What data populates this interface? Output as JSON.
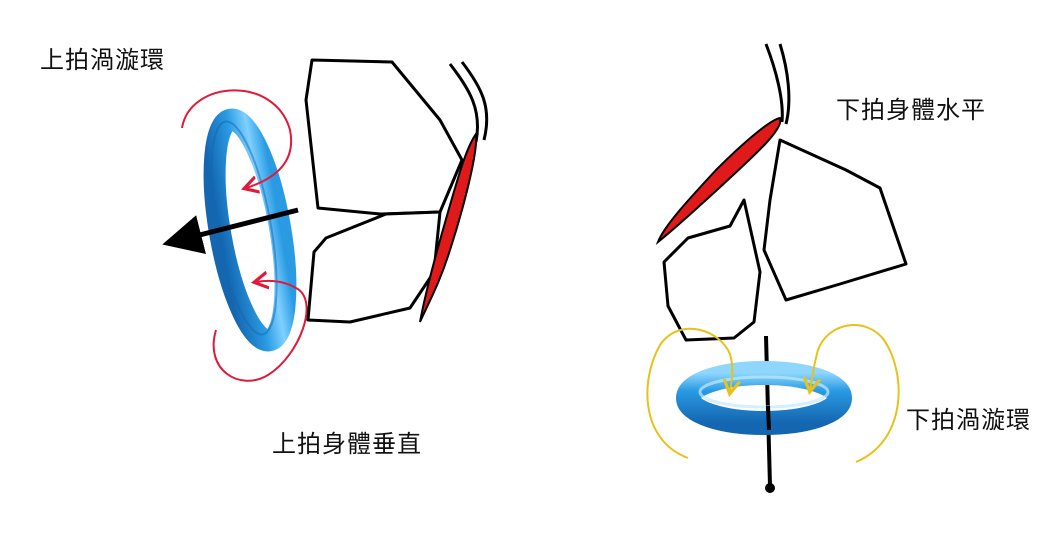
{
  "labels": {
    "upstroke_vortex": "上拍渦漩環",
    "upstroke_body": "上拍身體垂直",
    "downstroke_body": "下拍身體水平",
    "downstroke_vortex": "下拍渦漩環"
  },
  "colors": {
    "ring": "#2a9be3",
    "ring_dark": "#1466b0",
    "ring_light": "#9fdcff",
    "body": "#e01a1a",
    "upstroke_arrows": "#e01a3a",
    "downstroke_arrows": "#e6d23a",
    "outline": "#000000"
  }
}
